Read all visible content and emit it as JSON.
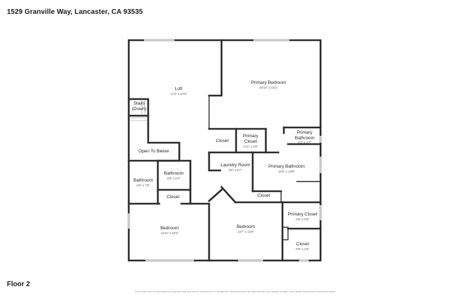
{
  "listing": {
    "address": "1529 Granville Way, Lancaster, CA 93535",
    "floor_label": "Floor 2",
    "disclaimer": "Floor plans are for informational purposes only and not for construction or design use. Measurements are approximate, and square footage may include finished and unfinished areas."
  },
  "rooms": {
    "loft": {
      "name": "Loft",
      "dims": "17'2\" x 24'3\""
    },
    "primary_bedroom": {
      "name": "Primary Bedroom",
      "dims": "20'10\" x 16'2\""
    },
    "stairs": {
      "name_line1": "Stairs",
      "name_line2": "(Down)"
    },
    "closet_a": {
      "name": "Closet"
    },
    "primary_closet_small": {
      "name_line1": "Primary",
      "name_line2": "Closet",
      "dims": "4'11\" x 4'6\""
    },
    "primary_bathroom_small": {
      "name_line1": "Primary",
      "name_line2": "Bathroom",
      "dims": "4'2\" x 3'7\""
    },
    "open_to_below": {
      "name": "Open To Below"
    },
    "laundry_room": {
      "name": "Laundry Room",
      "dims": "8'0\" x 8'7\""
    },
    "primary_bathroom": {
      "name": "Primary Bathroom",
      "dims": "12'6\" x 13'9\""
    },
    "bathroom_mid": {
      "name": "Bathroom",
      "dims": "5'9\" x 5'2\""
    },
    "bathroom_left": {
      "name": "Bathroom",
      "dims": "5'0\" x 7'6\""
    },
    "closet_b": {
      "name": "Closet"
    },
    "closet_c": {
      "name": "Closet"
    },
    "bedroom_left": {
      "name": "Bedroom",
      "dims": "14'11\" x 10'2\""
    },
    "bedroom_mid": {
      "name": "Bedroom",
      "dims": "13'7\" x 12'9\""
    },
    "primary_closet": {
      "name": "Primary Closet",
      "dims": "6'9\" x 5'8\""
    },
    "closet_d": {
      "name": "Closet",
      "dims": "6'9\" x 4'5\""
    }
  }
}
